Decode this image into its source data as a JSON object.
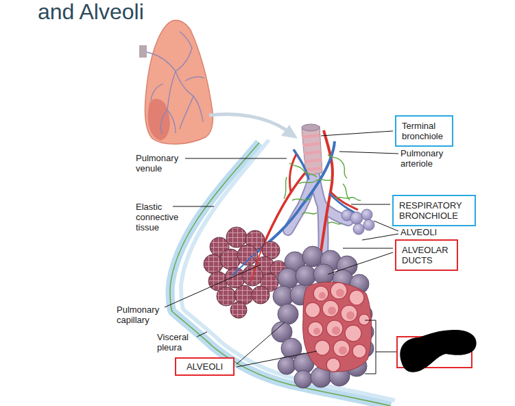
{
  "diagram": {
    "title": "and Alveoli",
    "nodes": [
      {
        "text": [
          "Terminal bronchiole"
        ]
      },
      {
        "text": [
          "RESPIRATORY BRONCHIOLE"
        ]
      },
      {
        "text": [
          "ALVEOLAR DUCTS"
        ]
      },
      {
        "text": [
          "ALVEOLI"
        ]
      }
    ],
    "labels": [
      "Pulmonary arteriole",
      "Pulmonary venule",
      "Elastic connective tissue",
      "ALVEOLI",
      "Pulmonary capillary",
      "Visceral pleura"
    ]
  }
}
